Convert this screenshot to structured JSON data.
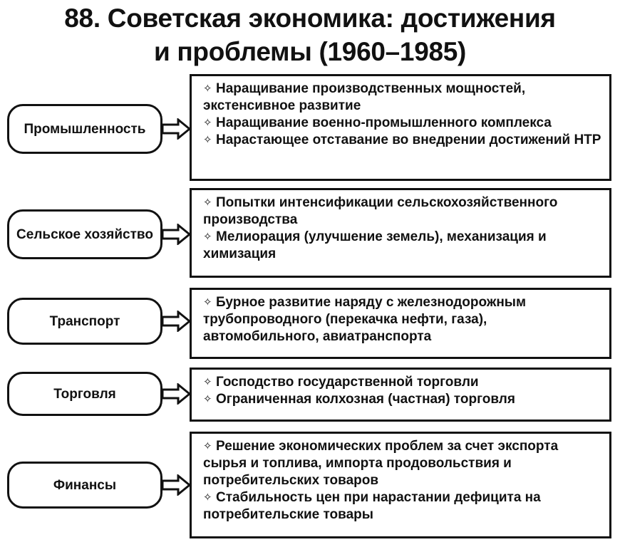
{
  "title": {
    "line1": "88. Советская экономика: достижения",
    "line2": "и проблемы (1960–1985)"
  },
  "rows": [
    {
      "category": "Промышленность",
      "items": [
        "Наращивание производственных мощностей, экстенсивное развитие",
        "Наращивание военно-промышленного комплекса",
        "Нарастающее отставание во внедрении достижений НТР"
      ]
    },
    {
      "category": "Сельское хозяйство",
      "items": [
        "Попытки интенсификации сельскохозяйственного производства",
        "Мелиорация (улучшение земель), механизация и химизация"
      ]
    },
    {
      "category": "Транспорт",
      "items": [
        "Бурное развитие наряду с железнодорожным трубопроводного (перекачка нефти, газа), автомобильного, авиатранспорта"
      ]
    },
    {
      "category": "Торговля",
      "items": [
        "Господство государственной торговли",
        "Ограниченная колхозная (частная) торговля"
      ]
    },
    {
      "category": "Финансы",
      "items": [
        "Решение экономических проблем за счет экспорта сырья и топлива, импорта продовольствия и потребительских товаров",
        "Стабильность цен при нарастании дефицита на потребительские товары"
      ]
    }
  ],
  "bullet_icon": "diamond-bullet-icon",
  "arrow_icon": "hollow-arrow-right-icon"
}
